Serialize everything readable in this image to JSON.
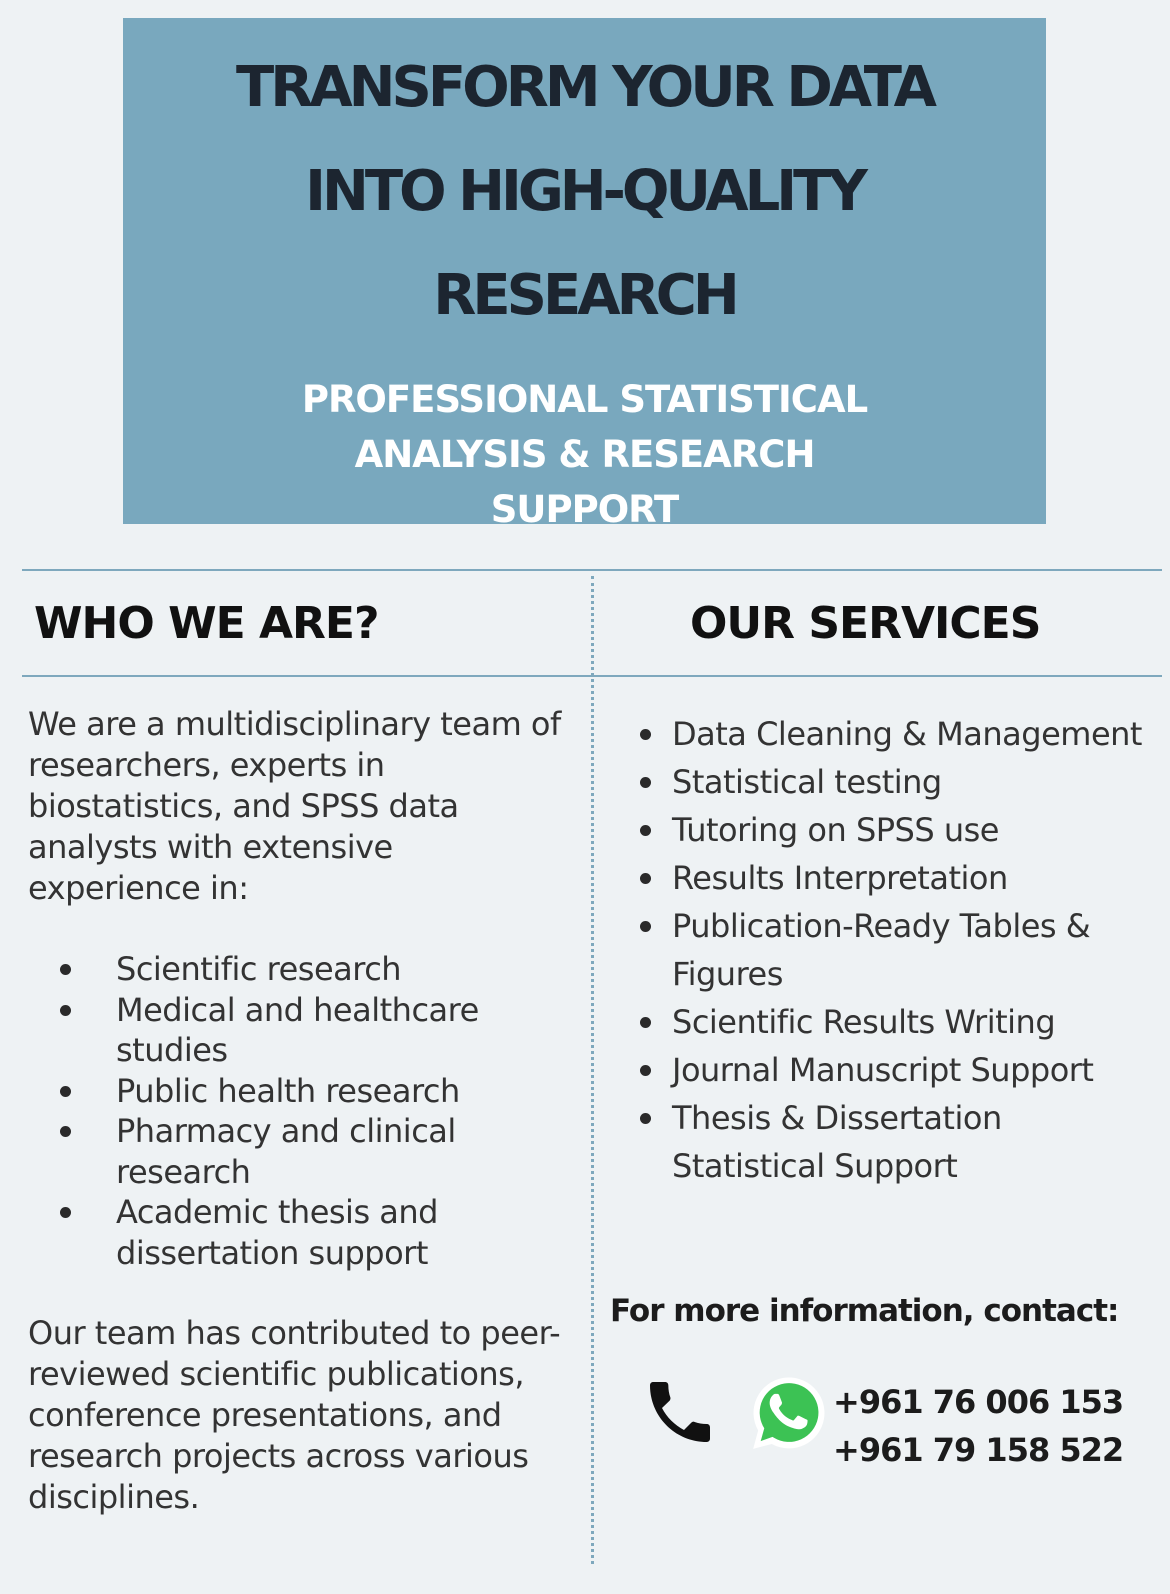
{
  "banner": {
    "title_lines": [
      "TRANSFORM YOUR DATA",
      "INTO HIGH-QUALITY",
      "RESEARCH"
    ],
    "subtitle_lines": [
      "PROFESSIONAL STATISTICAL",
      "ANALYSIS & RESEARCH",
      "SUPPORT"
    ],
    "background_color": "#79a8be"
  },
  "who_we_are": {
    "heading": "WHO WE ARE?",
    "intro": "We are a multidisciplinary team of researchers, experts in biostatistics, and SPSS data analysts with extensive experience in:",
    "items": [
      "Scientific research",
      "Medical and healthcare studies",
      "Public health research",
      "Pharmacy and clinical research",
      "Academic thesis and dissertation support"
    ],
    "closing": "Our team has contributed to peer-reviewed scientific publications, conference presentations, and research projects across various disciplines."
  },
  "our_services": {
    "heading": "OUR SERVICES",
    "items": [
      "Data Cleaning & Management",
      "Statistical testing",
      "Tutoring on SPSS use",
      "Results Interpretation",
      "Publication-Ready Tables & Figures",
      "Scientific Results Writing",
      "Journal Manuscript Support",
      "Thesis & Dissertation Statistical Support"
    ]
  },
  "contact": {
    "label": "For more information, contact:",
    "phones": [
      "+961 76 006 153",
      "+961 79 158 522"
    ],
    "icons": [
      "phone-icon",
      "whatsapp-icon"
    ],
    "whatsapp_color": "#3cc254"
  }
}
